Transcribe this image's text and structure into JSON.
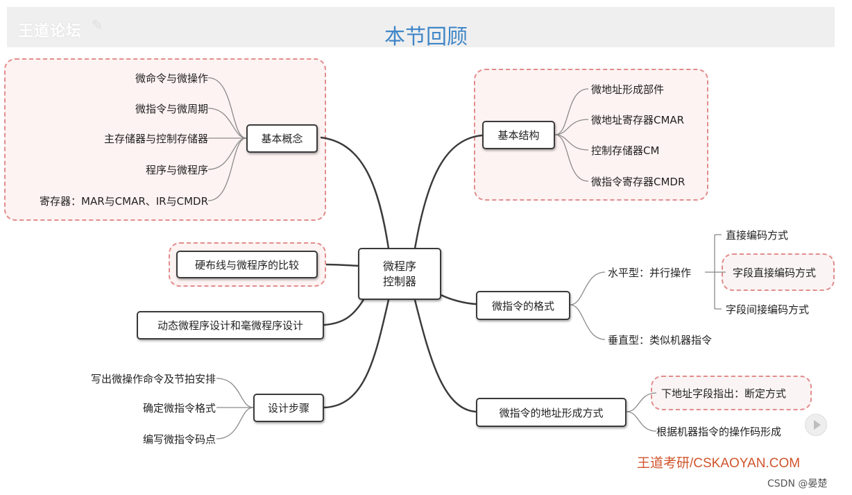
{
  "header": {
    "watermark": "王道论坛",
    "title": "本节回顾"
  },
  "center": {
    "line1": "微程序",
    "line2": "控制器"
  },
  "basic_concepts": {
    "label": "基本概念",
    "items": [
      "微命令与微操作",
      "微指令与微周期",
      "主存储器与控制存储器",
      "程序与微程序",
      "寄存器：MAR与CMAR、IR与CMDR"
    ]
  },
  "compare": {
    "label": "硬布线与微程序的比较"
  },
  "dynamic": {
    "label": "动态微程序设计和毫微程序设计"
  },
  "design_steps": {
    "label": "设计步骤",
    "items": [
      "写出微操作命令及节拍安排",
      "确定微指令格式",
      "编写微指令码点"
    ]
  },
  "basic_structure": {
    "label": "基本结构",
    "items": [
      "微地址形成部件",
      "微地址寄存器CMAR",
      "控制存储器CM",
      "微指令寄存器CMDR"
    ]
  },
  "format": {
    "label": "微指令的格式",
    "horizontal": "水平型：并行操作",
    "horizontal_items": [
      "直接编码方式",
      "字段直接编码方式",
      "字段间接编码方式"
    ],
    "vertical": "垂直型：类似机器指令"
  },
  "addressing": {
    "label": "微指令的地址形成方式",
    "items": [
      "下地址字段指出：断定方式",
      "根据机器指令的操作码形成"
    ]
  },
  "footer": {
    "brand": "王道考研/CSKAOYAN.COM",
    "csdn": "CSDN @晏楚"
  },
  "colors": {
    "title": "#3f86c7",
    "highlight_border": "#e28c8c",
    "brand": "#d0542b"
  }
}
